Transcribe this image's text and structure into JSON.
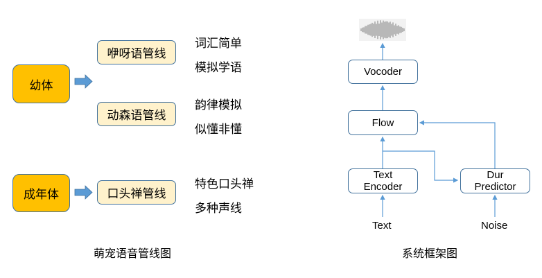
{
  "left_diagram": {
    "caption": "萌宠语音管线图",
    "stages": [
      {
        "label": "幼体",
        "pipelines": [
          {
            "label": "咿呀语管线",
            "features": [
              "词汇简单",
              "模拟学语"
            ]
          },
          {
            "label": "动森语管线",
            "features": [
              "韵律模拟",
              "似懂非懂"
            ]
          }
        ]
      },
      {
        "label": "成年体",
        "pipelines": [
          {
            "label": "口头禅管线",
            "features": [
              "特色口头禅",
              "多种声线"
            ]
          }
        ]
      }
    ],
    "colors": {
      "stage_fill": "#FFC000",
      "pipeline_fill": "#FFF2CC",
      "border": "#41719C",
      "arrow": "#5B9BD5"
    }
  },
  "right_diagram": {
    "caption": "系统框架图",
    "output_icon": "waveform-icon",
    "modules": {
      "vocoder": [
        "Vocoder"
      ],
      "flow": [
        "Flow"
      ],
      "text_encoder": [
        "Text",
        "Encoder"
      ],
      "dur_predictor": [
        "Dur",
        "Predictor"
      ]
    },
    "inputs": {
      "text": "Text",
      "noise": "Noise"
    },
    "colors": {
      "border": "#41719C",
      "connector": "#5B9BD5"
    }
  }
}
